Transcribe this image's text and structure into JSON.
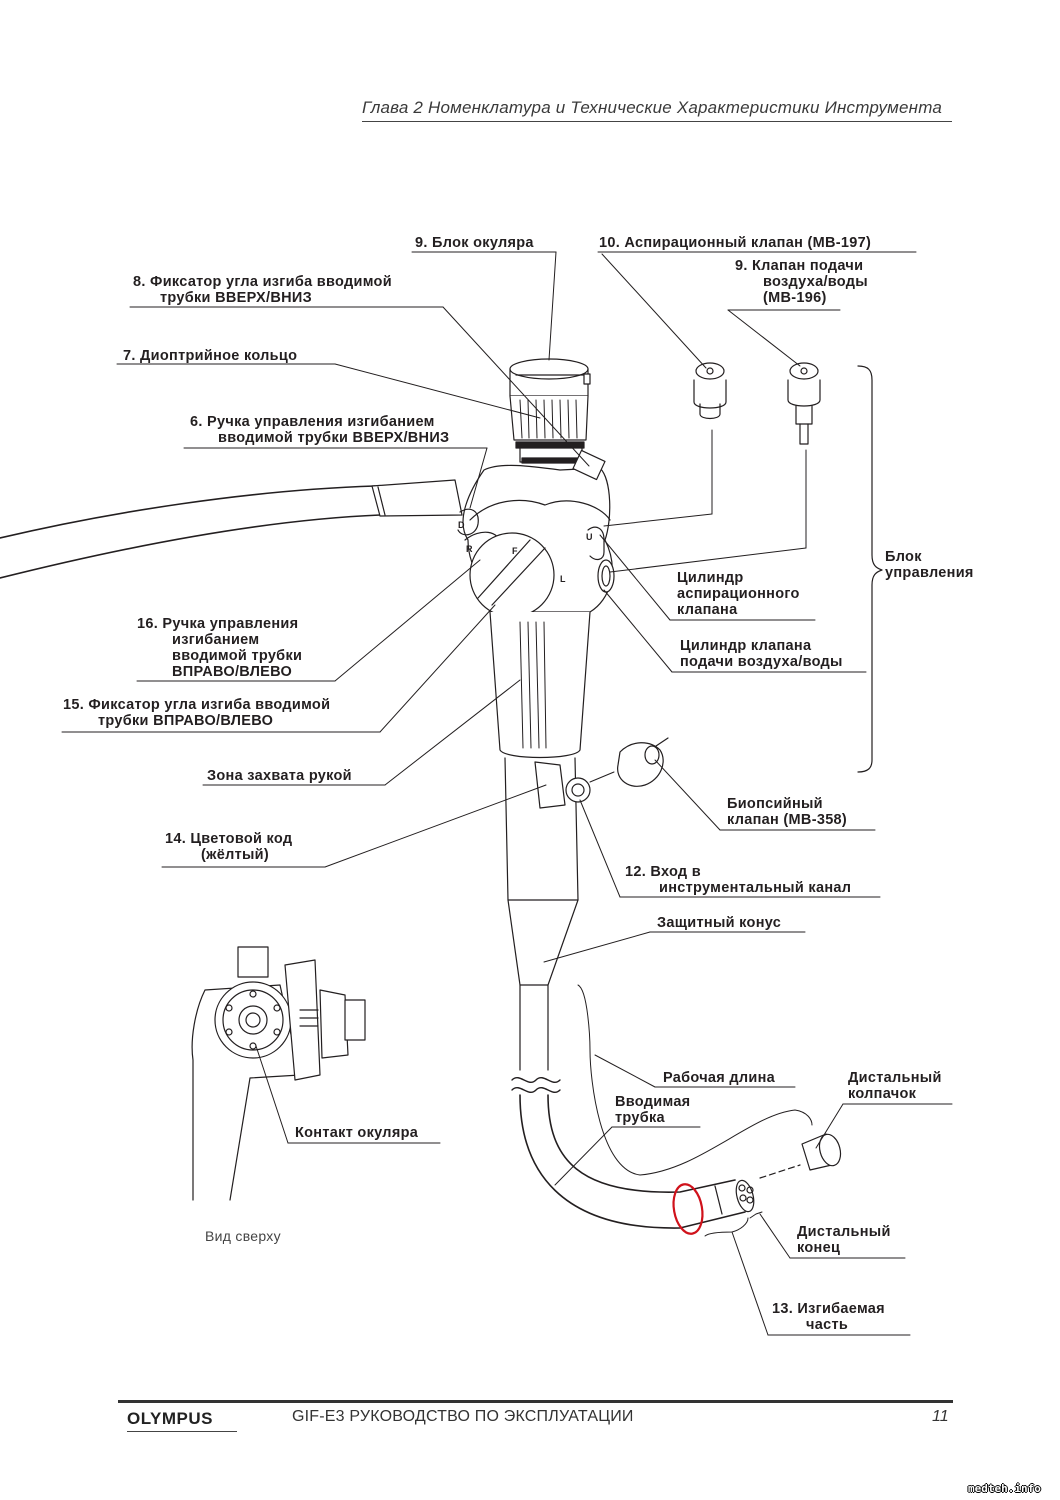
{
  "header": {
    "chapter_title": "Глава 2  Номенклатура и Технические Характеристики Инструмента"
  },
  "labels": {
    "eyepiece_block": "9.  Блок окуляра",
    "suction_valve": "10.  Аспирационный клапан (MB-197)",
    "air_water_valve_1": "9.  Клапан подачи",
    "air_water_valve_2": "воздуха/воды",
    "air_water_valve_3": "(MB-196)",
    "updown_lock_1": "8.  Фиксатор угла изгиба вводимой",
    "updown_lock_2": "трубки ВВЕРХ/ВНИЗ",
    "diopter_ring": "7.  Диоптрийное кольцо",
    "updown_knob_1": "6.  Ручка управления изгибанием",
    "updown_knob_2": "вводимой трубки ВВЕРХ/ВНИЗ",
    "control_block_1": "Блок",
    "control_block_2": "управления",
    "suction_cylinder_1": "Цилиндр",
    "suction_cylinder_2": "аспирационного",
    "suction_cylinder_3": "клапана",
    "airwater_cylinder_1": "Цилиндр клапана",
    "airwater_cylinder_2": "подачи воздуха/воды",
    "rl_knob_1": "16.  Ручка управления",
    "rl_knob_2": "изгибанием",
    "rl_knob_3": "вводимой трубки",
    "rl_knob_4": "ВПРАВО/ВЛЕВО",
    "rl_lock_1": "15.  Фиксатор угла изгиба вводимой",
    "rl_lock_2": "трубки ВПРАВО/ВЛЕВО",
    "grip_section": "Зона захвата рукой",
    "biopsy_valve_1": "Биопсийный",
    "biopsy_valve_2": "клапан (MB-358)",
    "color_code_1": "14.  Цветовой код",
    "color_code_2": "(жёлтый)",
    "channel_port_1": "12.  Вход в",
    "channel_port_2": "инструментальный канал",
    "boot": "Защитный конус",
    "working_length": "Рабочая длина",
    "distal_cap_1": "Дистальный",
    "distal_cap_2": "колпачок",
    "insertion_tube_1": "Вводимая",
    "insertion_tube_2": "трубка",
    "eyepiece_contact": "Контакт окуляра",
    "top_view": "Вид сверху",
    "distal_end_1": "Дистальный",
    "distal_end_2": "конец",
    "bending_section_1": "13.  Изгибаемая",
    "bending_section_2": "часть"
  },
  "knob_marks": {
    "d": "D",
    "r": "R",
    "f": "F",
    "u": "U",
    "l": "L"
  },
  "footer": {
    "brand": "OLYMPUS",
    "manual_title": "GIF-E3  РУКОВОДСТВО ПО ЭКСПЛУАТАЦИИ",
    "page_number": "11"
  },
  "watermark": "medteh.info",
  "colors": {
    "ink": "#231f20",
    "highlight_mark": "#d0121b"
  }
}
